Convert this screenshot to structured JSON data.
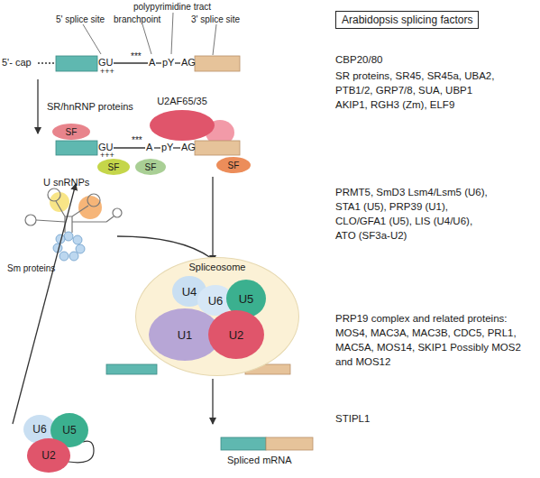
{
  "diagram": {
    "nodes": [
      {
        "text": [
          "Arabidopsis splicing factors"
        ]
      },
      {
        "text": [
          "SF"
        ]
      },
      {
        "text": [
          "SF"
        ]
      },
      {
        "text": [
          "SF"
        ]
      },
      {
        "text": [
          "SF"
        ]
      },
      {
        "text": [
          "U2AF65/35"
        ]
      },
      {
        "text": [
          "Spliceosome"
        ]
      },
      {
        "text": [
          "U4"
        ],
        "in": 6
      },
      {
        "text": [
          "U6"
        ],
        "in": 6
      },
      {
        "text": [
          "U5"
        ],
        "in": 6
      },
      {
        "text": [
          "U1"
        ],
        "in": 6
      },
      {
        "text": [
          "U2"
        ],
        "in": 6
      },
      {
        "text": [
          "U6"
        ]
      },
      {
        "text": [
          "U5"
        ]
      },
      {
        "text": [
          "U2"
        ]
      }
    ],
    "labels": [
      "polypyrimidine tract",
      "5' splice site",
      "branchpoint",
      "3' splice site",
      "5'- cap",
      "GU",
      "+++",
      "***",
      "A",
      "pY",
      "AG",
      "CBP20/80",
      "SR/hnRNP proteins",
      "SR proteins, SR45, SR45a, UBA2, PTB1/2, GRP7/8, SUA, UBP1 AKIP1, RGH3 (Zm), ELF9",
      "GU",
      "+++",
      "***",
      "A",
      "pY",
      "AG",
      "U snRNPs",
      "Sm proteins",
      "PRMT5, SmD3 Lsm4/Lsm5 (U6), STA1 (U5), PRP39 (U1), CLO/GFA1 (U5), LIS (U4/U6), ATO (SF3a-U2)",
      "PRP19 complex and related proteins: MOS4, MAC3A, MAC3B, CDC5, PRL1, MAC5A, MOS14, SKIP1 Possibly MOS2 and MOS12",
      "STIPL1",
      "Spliced mRNA"
    ]
  }
}
